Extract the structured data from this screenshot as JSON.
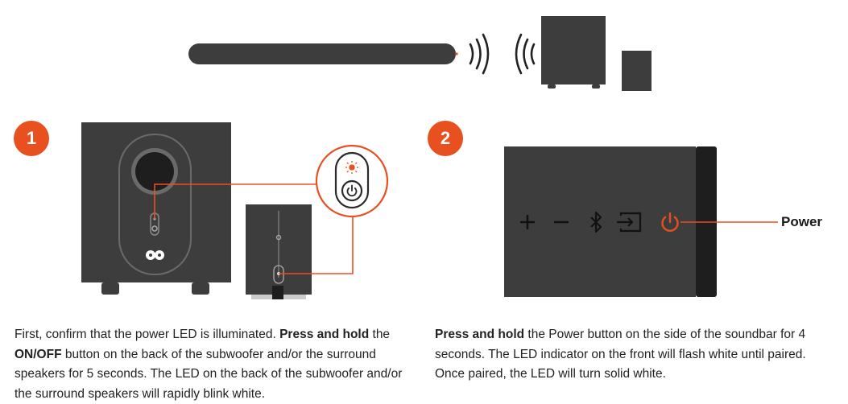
{
  "step1": {
    "number": "1",
    "text_a": "First, confirm that the power LED is illuminated. ",
    "text_b_bold": "Press and hold",
    "text_c": " the ",
    "text_d_bold": "ON/OFF",
    "text_e": " button on the back of the subwoofer and/or the surround speakers for 5 seconds. The LED on the back of the subwoofer and/or the surround speakers will rapidly blink white."
  },
  "step2": {
    "number": "2",
    "text_a_bold": "Press and hold",
    "text_b": " the Power button on the side of the soundbar for 4 seconds. The LED indicator on the front will flash white until paired. Once paired, the LED will turn solid white.",
    "callout_label": "Power"
  },
  "colors": {
    "accent": "#e8501f",
    "device": "#3d3d3d",
    "text": "#222222"
  },
  "icons": [
    "wireless-signal-icon",
    "power-icon",
    "led-light-icon",
    "plus-icon",
    "minus-icon",
    "bluetooth-icon",
    "input-source-icon"
  ]
}
